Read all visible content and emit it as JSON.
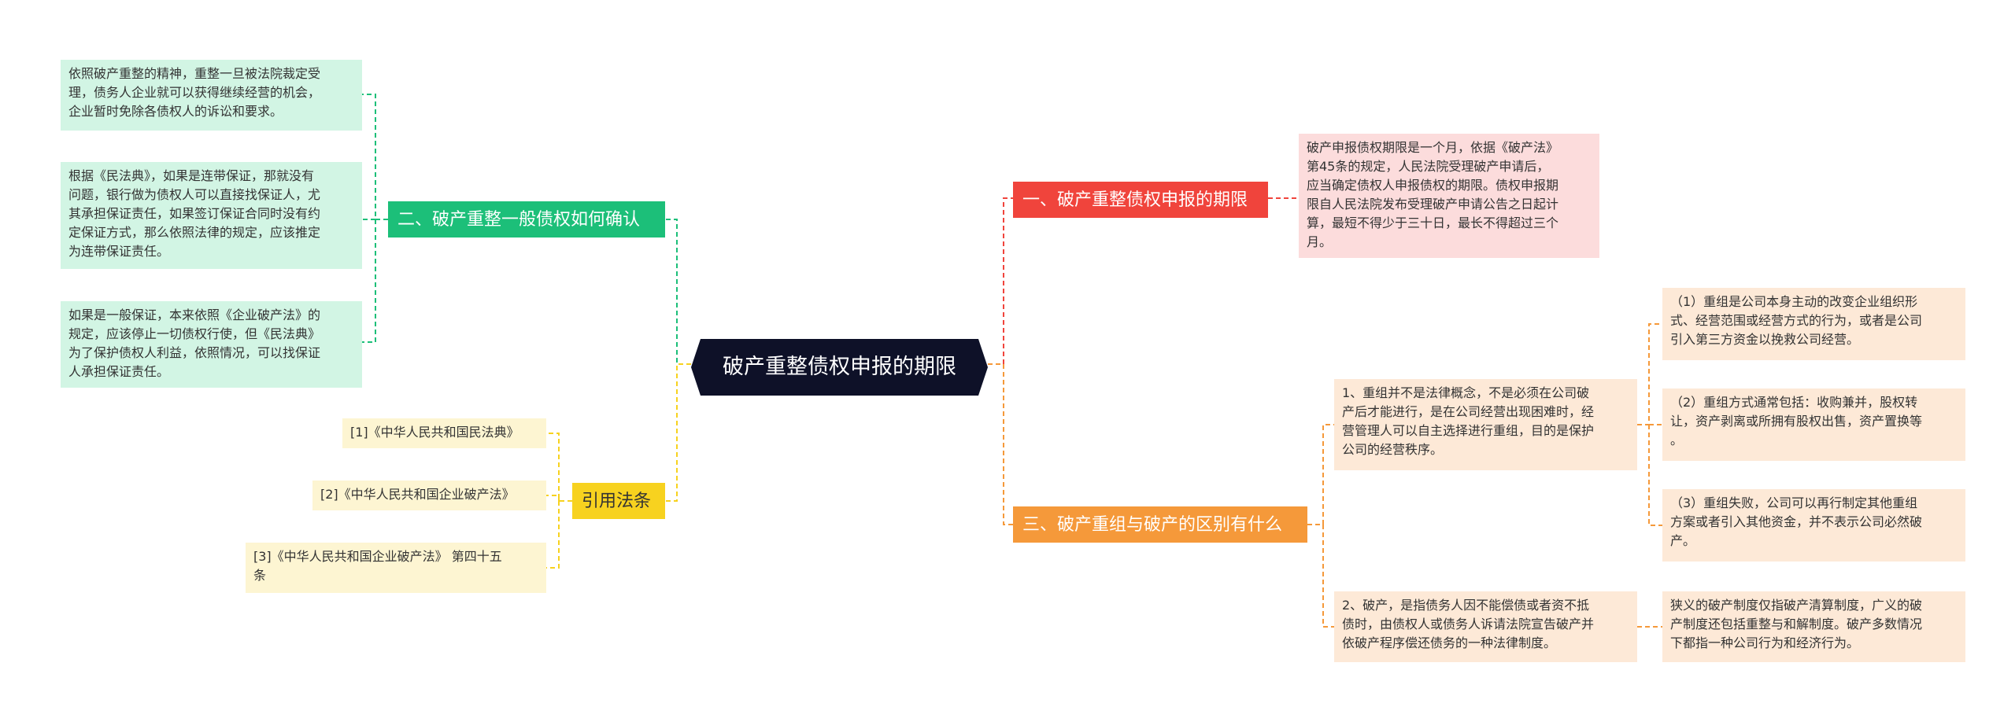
{
  "root": {
    "label": "破产重整债权申报的期限"
  },
  "colors": {
    "root": "#0e1128",
    "branch1": "#f0443c",
    "branch2": "#1cbf79",
    "branch3": "#f5993a",
    "citations": "#f7d21f"
  },
  "branches": {
    "b1": {
      "label": "一、破产重整债权申报的期限",
      "leaf": "破产申报债权期限是一个月，依据《破产法》\n第45条的规定，人民法院受理破产申请后，\n应当确定债权人申报债权的期限。债权申报期\n限自人民法院发布受理破产申请公告之日起计\n算，最短不得少于三十日，最长不得超过三个\n月。"
    },
    "b2": {
      "label": "二、破产重整一般债权如何确认",
      "leaves": [
        "依照破产重整的精神，重整一旦被法院裁定受\n理，债务人企业就可以获得继续经营的机会，\n企业暂时免除各债权人的诉讼和要求。",
        "根据《民法典》，如果是连带保证，那就没有\n问题，银行做为债权人可以直接找保证人，尤\n其承担保证责任，如果签订保证合同时没有约\n定保证方式，那么依照法律的规定，应该推定\n为连带保证责任。",
        "如果是一般保证，本来依照《企业破产法》的\n规定，应该停止一切债权行使，但《民法典》\n为了保护债权人利益，依照情况，可以找保证\n人承担保证责任。"
      ]
    },
    "b3": {
      "label": "三、破产重组与破产的区别有什么",
      "sub1": {
        "label": "1、重组并不是法律概念，不是必须在公司破\n产后才能进行，是在公司经营出现困难时，经\n营管理人可以自主选择进行重组，目的是保护\n公司的经营秩序。",
        "leaves": [
          "（1）重组是公司本身主动的改变企业组织形\n式、经营范围或经营方式的行为，或者是公司\n引入第三方资金以挽救公司经营。",
          "（2）重组方式通常包括：收购兼并，股权转\n让，资产剥离或所拥有股权出售，资产置换等\n。",
          "（3）重组失败，公司可以再行制定其他重组\n方案或者引入其他资金，并不表示公司必然破\n产。"
        ]
      },
      "sub2": {
        "label": "2、破产，是指债务人因不能偿债或者资不抵\n债时，由债权人或债务人诉请法院宣告破产并\n依破产程序偿还债务的一种法律制度。",
        "leaf": "狭义的破产制度仅指破产清算制度，广义的破\n产制度还包括重整与和解制度。破产多数情况\n下都指一种公司行为和经济行为。"
      }
    },
    "b4": {
      "label": "引用法条",
      "items": [
        "[1]《中华人民共和国民法典》",
        "[2]《中华人民共和国企业破产法》",
        "[3]《中华人民共和国企业破产法》 第四十五\n条"
      ]
    }
  }
}
